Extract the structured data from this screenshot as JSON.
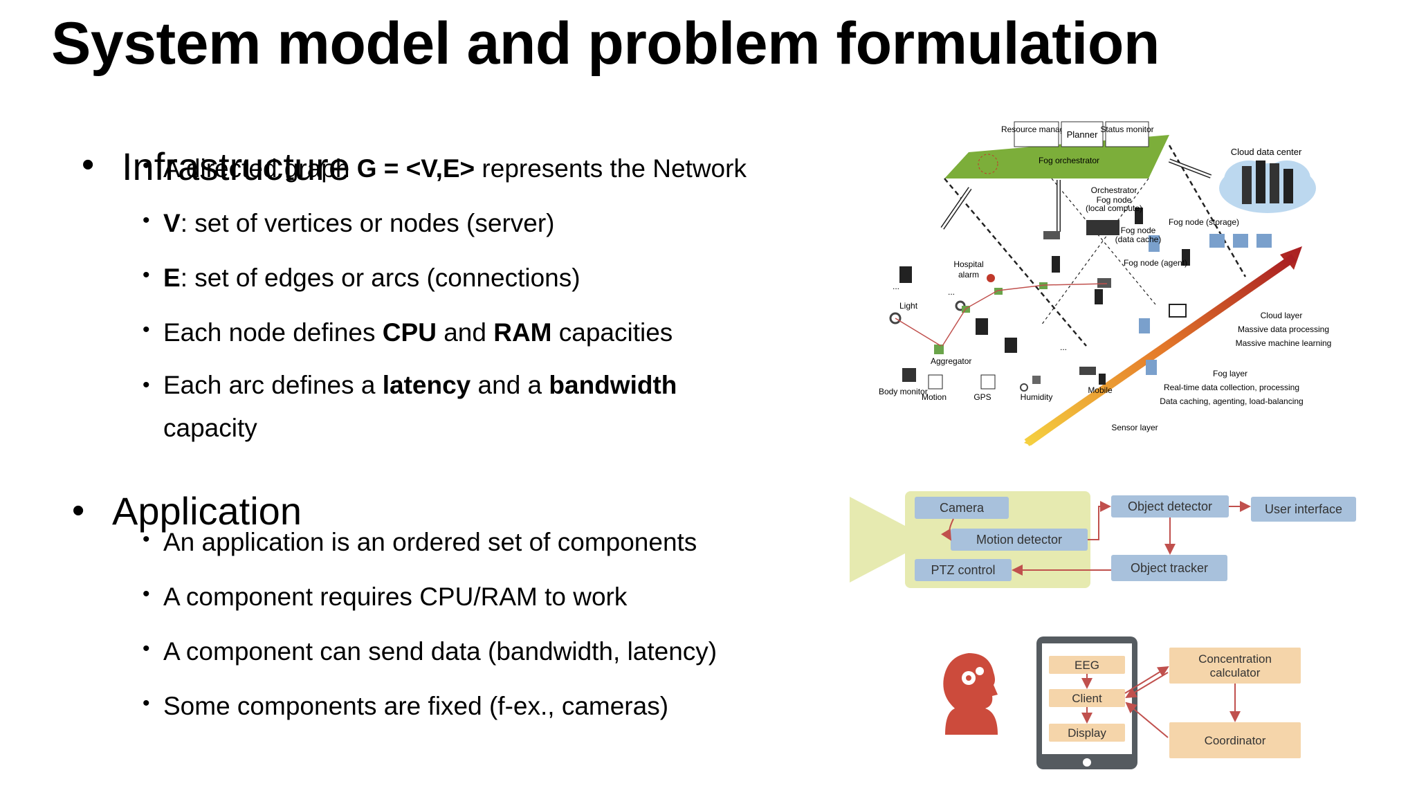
{
  "slide": {
    "title": "System model and problem formulation"
  },
  "infrastructure": {
    "heading": "Infrastructure",
    "items": [
      {
        "pre": "A directed graph ",
        "bold": "G = <V,E>",
        "post": " represents the Network"
      },
      {
        "bold": "V",
        "post": ": set of vertices or nodes (server)"
      },
      {
        "bold": "E",
        "post": ": set of edges or arcs (connections)"
      },
      {
        "pre": "Each node defines ",
        "bold1": "CPU",
        "mid": " and ",
        "bold2": "RAM",
        "post": " capacities"
      },
      {
        "pre": "Each arc defines a ",
        "bold1": "latency",
        "mid": " and a ",
        "bold2": "bandwidth",
        "line2": "capacity"
      }
    ]
  },
  "application": {
    "heading": "Application",
    "items": [
      "An application is an ordered set of components",
      "A component requires CPU/RAM to work",
      "A component can send data (bandwidth, latency)",
      "Some components are fixed (f-ex., cameras)"
    ]
  },
  "fog_figure": {
    "top_boxes": [
      "Resource manager",
      "Planner",
      "Status monitor"
    ],
    "orchestrator_label": "Fog orchestrator",
    "labels": {
      "cloud_dc": "Cloud data center",
      "orchestrator": "Orchestrator",
      "fog_local": "Fog node (local compute)",
      "fog_storage": "Fog node (storage)",
      "fog_cache": "Fog node (data cache)",
      "fog_agent": "Fog node (agent)",
      "hospital": "Hospital alarm",
      "light": "Light",
      "aggregator": "Aggregator",
      "body_monitor": "Body monitor",
      "motion": "Motion",
      "gps": "GPS",
      "humidity": "Humidity",
      "mobile": "Mobile",
      "cloud_layer": "Cloud layer",
      "cloud_l1": "Massive data processing",
      "cloud_l2": "Massive machine learning",
      "fog_layer": "Fog layer",
      "fog_l1": "Real-time data collection, processing",
      "fog_l2": "Data caching, agenting, load-balancing",
      "sensor_layer": "Sensor layer",
      "ellipsis": "..."
    }
  },
  "camera_figure": {
    "camera": "Camera",
    "motion_detector": "Motion detector",
    "ptz_control": "PTZ control",
    "object_detector": "Object detector",
    "object_tracker": "Object tracker",
    "user_interface": "User interface"
  },
  "eeg_figure": {
    "eeg": "EEG",
    "client": "Client",
    "display": "Display",
    "concentration": [
      "Concentration",
      "calculator"
    ],
    "coordinator": "Coordinator"
  },
  "colors": {
    "fog_green": "#7cae3a",
    "cam_yellow": "#e6eab0",
    "cam_box": "#a8c1dc",
    "cam_arrow": "#c0504d",
    "eeg_box": "#f5d5aa",
    "eeg_red": "#cc4b3c",
    "tablet": "#555b60"
  }
}
